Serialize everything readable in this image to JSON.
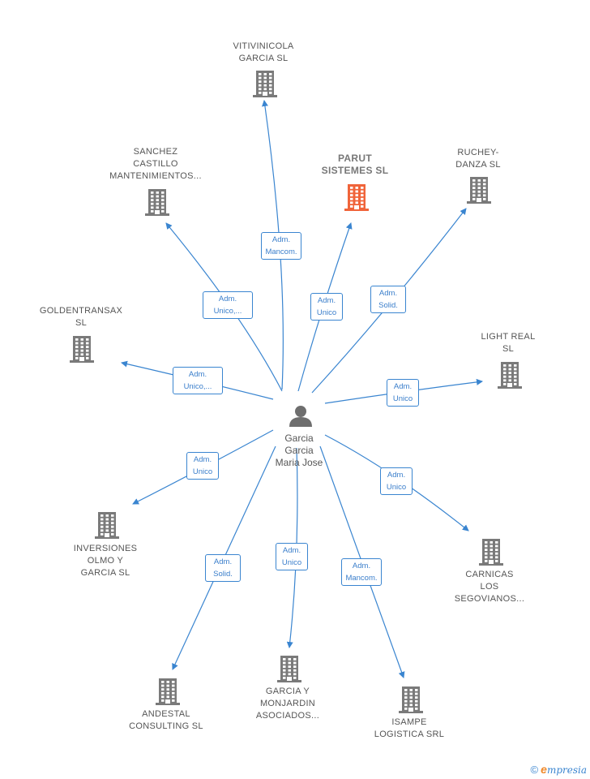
{
  "center": {
    "lines": [
      "Garcia",
      "Garcia",
      "Maria Jose"
    ]
  },
  "colors": {
    "edge": "#3a85d0",
    "building": "#7a7a7a",
    "building_main": "#f0643a",
    "person": "#6e6e6e"
  },
  "nodes": [
    {
      "id": "vitivinicola",
      "lines": [
        "VITIVINICOLA",
        "GARCIA SL"
      ],
      "main": false,
      "role": [
        "Adm.",
        "Mancom."
      ]
    },
    {
      "id": "sanchez",
      "lines": [
        "SANCHEZ",
        "CASTILLO",
        "MANTENIMIENTOS..."
      ],
      "main": false,
      "role": [
        "Adm.",
        "Unico,..."
      ]
    },
    {
      "id": "parut",
      "lines": [
        "PARUT",
        "SISTEMES  SL"
      ],
      "main": true,
      "role": [
        "Adm.",
        "Unico"
      ]
    },
    {
      "id": "ruchey",
      "lines": [
        "RUCHEY-",
        "DANZA  SL"
      ],
      "main": false,
      "role": [
        "Adm.",
        "Solid."
      ]
    },
    {
      "id": "goldentransax",
      "lines": [
        "GOLDENTRANSAX",
        "SL"
      ],
      "main": false,
      "role": [
        "Adm.",
        "Unico,..."
      ]
    },
    {
      "id": "lightreal",
      "lines": [
        "LIGHT REAL",
        "SL"
      ],
      "main": false,
      "role": [
        "Adm.",
        "Unico"
      ]
    },
    {
      "id": "inversiones",
      "lines": [
        "INVERSIONES",
        "OLMO Y",
        "GARCIA SL"
      ],
      "main": false,
      "role": [
        "Adm.",
        "Unico"
      ]
    },
    {
      "id": "carnicas",
      "lines": [
        "CARNICAS",
        "LOS",
        "SEGOVIANOS..."
      ],
      "main": false,
      "role": [
        "Adm.",
        "Unico"
      ]
    },
    {
      "id": "andestal",
      "lines": [
        "ANDESTAL",
        "CONSULTING SL"
      ],
      "main": false,
      "role": [
        "Adm.",
        "Solid."
      ]
    },
    {
      "id": "monjardin",
      "lines": [
        "GARCIA Y",
        "MONJARDIN",
        "ASOCIADOS..."
      ],
      "main": false,
      "role": [
        "Adm.",
        "Unico"
      ]
    },
    {
      "id": "isampe",
      "lines": [
        "ISAMPE",
        "LOGISTICA SRL"
      ],
      "main": false,
      "role": [
        "Adm.",
        "Mancom."
      ]
    }
  ],
  "brand": {
    "copyright": "©",
    "e": "e",
    "rest": "mpresia"
  }
}
